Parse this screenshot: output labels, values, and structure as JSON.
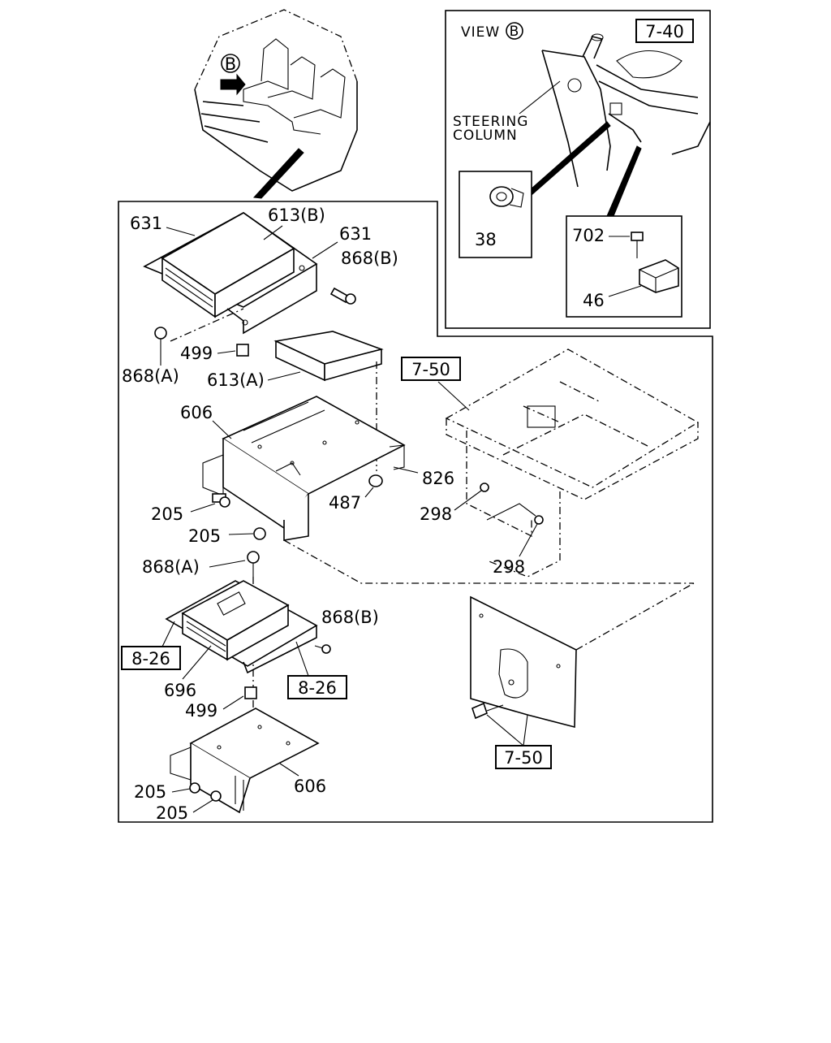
{
  "view": {
    "title": "VIEW",
    "letter": "B"
  },
  "inset_marker": "B",
  "refs": {
    "r740": "7-40",
    "r750_a": "7-50",
    "r750_b": "7-50",
    "r826_a": "8-26",
    "r826_b": "8-26"
  },
  "steering": {
    "line1": "STEERING",
    "line2": "COLUMN"
  },
  "callouts": {
    "c631_a": "631",
    "c613b": "613(B)",
    "c631_b": "631",
    "c868b_a": "868(B)",
    "c868a_a": "868(A)",
    "c499_a": "499",
    "c613a": "613(A)",
    "c606_a": "606",
    "c826": "826",
    "c487": "487",
    "c205_a": "205",
    "c205_b": "205",
    "c298_a": "298",
    "c298_b": "298",
    "c868a_b": "868(A)",
    "c868b_b": "868(B)",
    "c696": "696",
    "c499_b": "499",
    "c606_b": "606",
    "c205_c": "205",
    "c205_d": "205",
    "c38": "38",
    "c702": "702",
    "c46": "46"
  }
}
